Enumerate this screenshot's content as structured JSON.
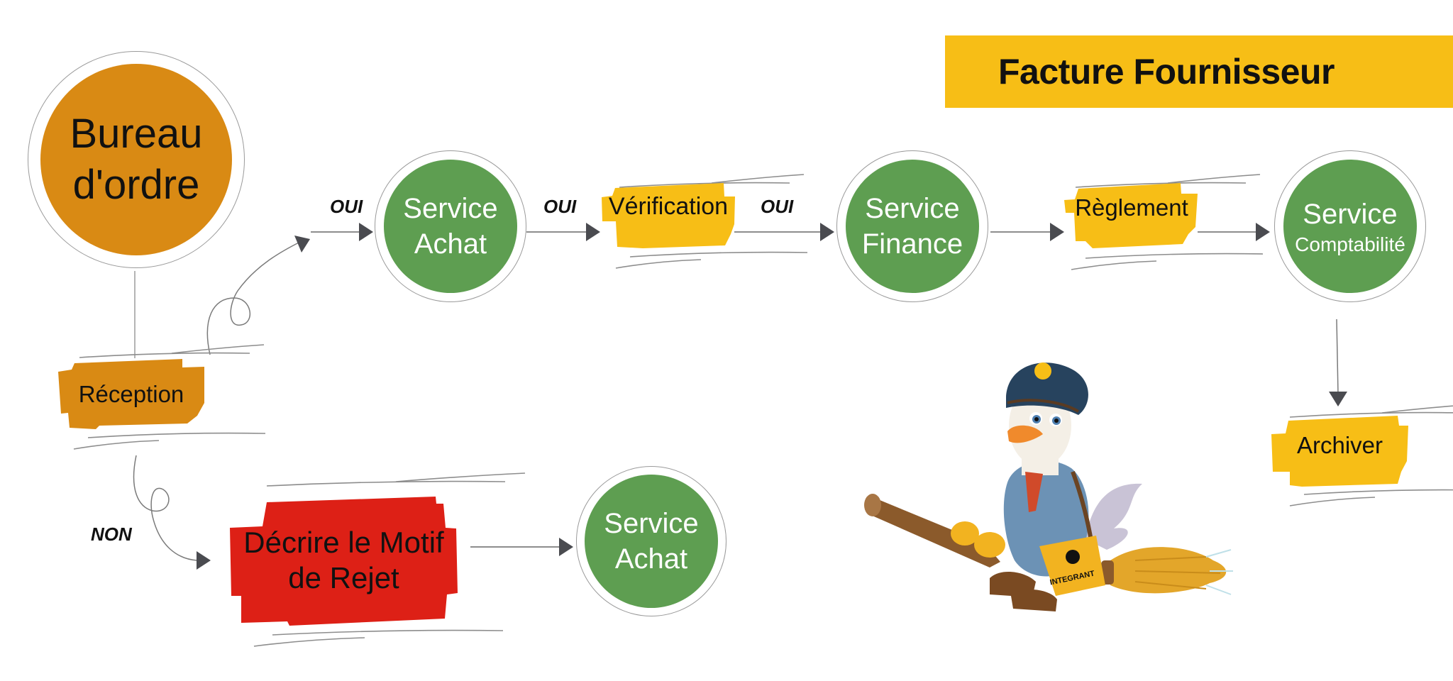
{
  "title": "Facture Fournisseur",
  "colors": {
    "orange": "#D98A14",
    "green": "#5E9E51",
    "yellow": "#F7BE16",
    "red": "#DD2016",
    "connector": "#4a4b50"
  },
  "nodes": {
    "bureau_ordre": {
      "line1": "Bureau",
      "line2": "d'ordre"
    },
    "service_achat_top": {
      "line1": "Service",
      "line2": "Achat"
    },
    "service_finance": {
      "line1": "Service",
      "line2": "Finance"
    },
    "service_comptabilite": {
      "line1": "Service",
      "line2": "Comptabilité"
    },
    "service_achat_bottom": {
      "line1": "Service",
      "line2": "Achat"
    }
  },
  "steps": {
    "reception": "Réception",
    "verification": "Vérification",
    "reglement": "Règlement",
    "archiver": "Archiver",
    "motif_rejet": {
      "line1": "Décrire le Motif",
      "line2": "de Rejet"
    }
  },
  "edge_labels": {
    "oui_1": "OUI",
    "oui_2": "OUI",
    "oui_3": "OUI",
    "non": "NON"
  },
  "mascot": {
    "description": "postman bird on broom",
    "bag_text": "INTEGRANT"
  }
}
